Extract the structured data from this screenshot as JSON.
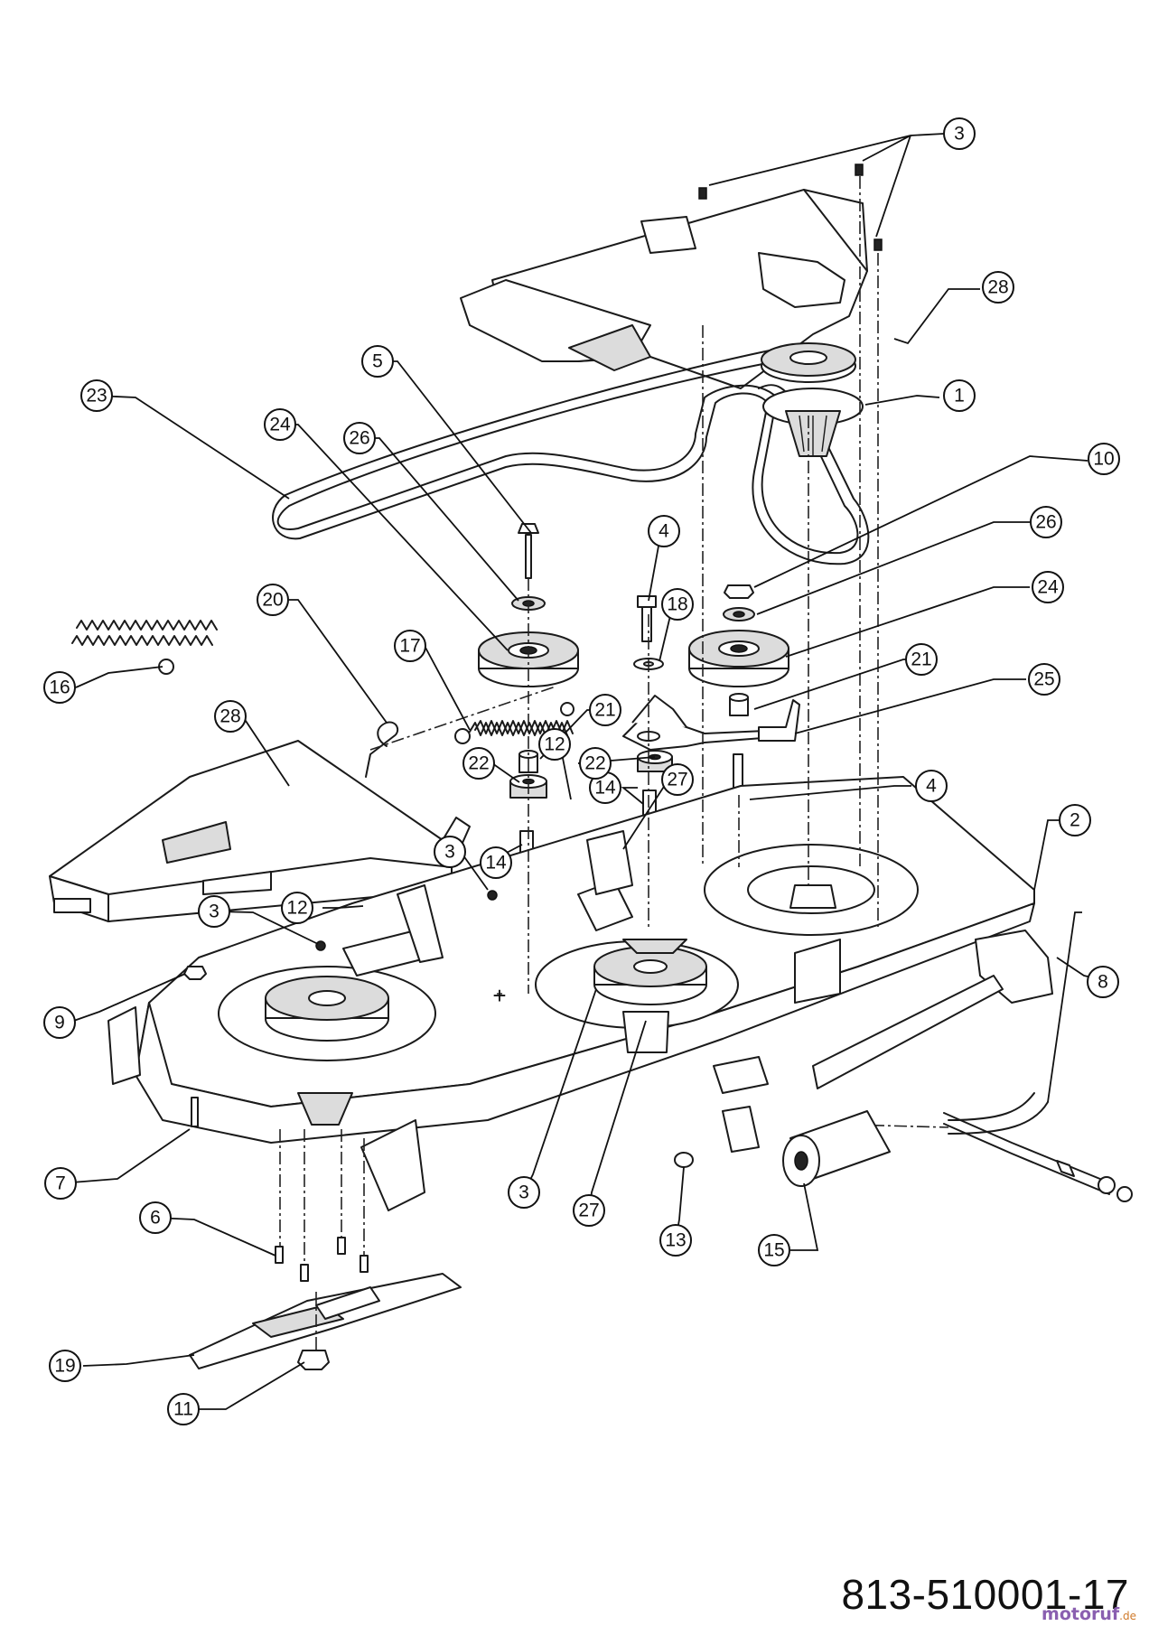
{
  "part_number": "813-510001-17",
  "watermark": {
    "text": "motoruf",
    "suffix": ".de"
  },
  "callouts": [
    "1",
    "2",
    "3",
    "4",
    "5",
    "6",
    "7",
    "8",
    "9",
    "10",
    "11",
    "12",
    "13",
    "14",
    "15",
    "16",
    "17",
    "18",
    "19",
    "20",
    "21",
    "22",
    "23",
    "24",
    "25",
    "26",
    "27",
    "28"
  ],
  "colors": {
    "line": "#1a1a1a",
    "shade": "#dcdcdc",
    "watermark": "#8a5fb0"
  }
}
